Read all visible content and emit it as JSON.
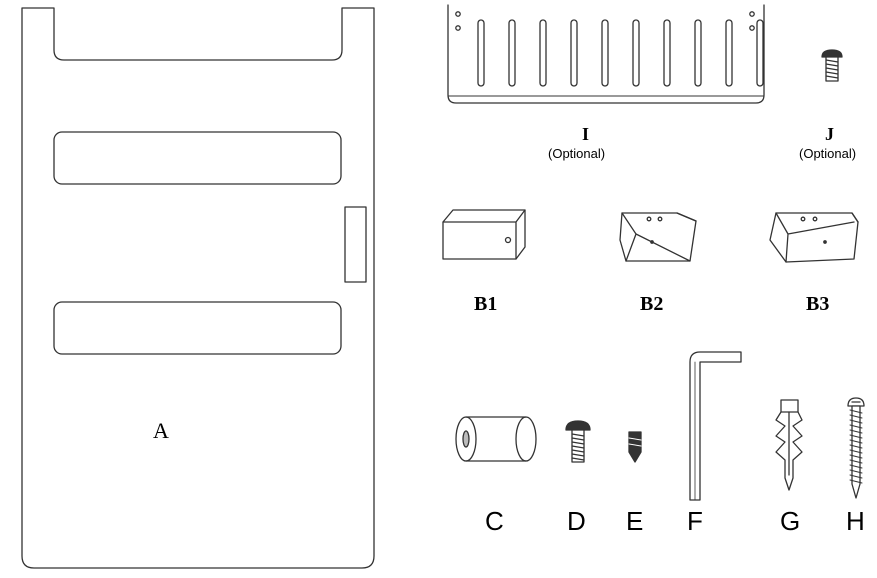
{
  "parts": {
    "A": {
      "label": "A"
    },
    "I": {
      "label": "I",
      "note": "(Optional)"
    },
    "J": {
      "label": "J",
      "note": "(Optional)"
    },
    "B1": {
      "label": "B1"
    },
    "B2": {
      "label": "B2"
    },
    "B3": {
      "label": "B3"
    },
    "C": {
      "label": "C"
    },
    "D": {
      "label": "D"
    },
    "E": {
      "label": "E"
    },
    "F": {
      "label": "F"
    },
    "G": {
      "label": "G"
    },
    "H": {
      "label": "H"
    }
  },
  "colors": {
    "stroke": "#333333",
    "background": "#ffffff",
    "shade": "#bbbbbb"
  },
  "icons": {
    "A": "panel-icon",
    "I": "bracket-plate-icon",
    "J": "screw-icon",
    "B1": "block-icon",
    "B2": "angled-block-icon",
    "B3": "angled-block-icon",
    "C": "cylinder-spacer-icon",
    "D": "screw-icon",
    "E": "set-screw-icon",
    "F": "allen-key-icon",
    "G": "wall-anchor-icon",
    "H": "wood-screw-icon"
  }
}
